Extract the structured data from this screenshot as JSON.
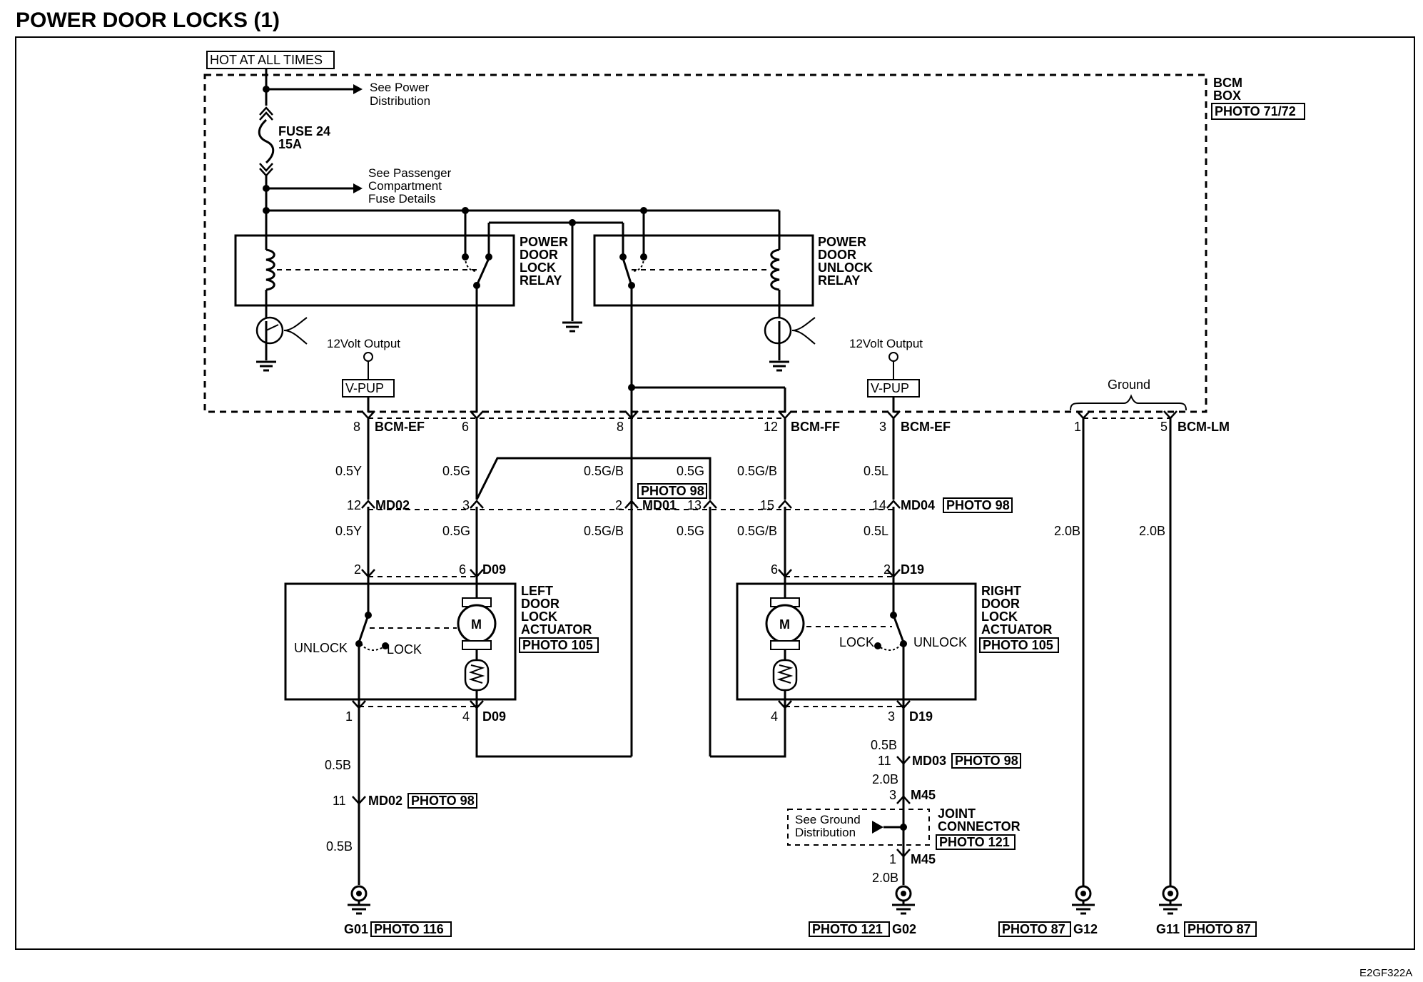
{
  "title": "POWER DOOR LOCKS (1)",
  "figure_code": "E2GF322A",
  "bcm": {
    "hot_at_all_times": "HOT AT ALL TIMES",
    "box_label_1": "BCM",
    "box_label_2": "BOX",
    "box_photo": "PHOTO 71/72",
    "see_power_1": "See Power",
    "see_power_2": "Distribution",
    "fuse_name": "FUSE 24",
    "fuse_rating": "15A",
    "see_pass_1": "See Passenger",
    "see_pass_2": "Compartment",
    "see_pass_3": "Fuse Details",
    "lock_relay": [
      "POWER",
      "DOOR",
      "LOCK",
      "RELAY"
    ],
    "unlock_relay": [
      "POWER",
      "DOOR",
      "UNLOCK",
      "RELAY"
    ],
    "output_left": "12Volt Output",
    "output_right": "12Volt Output",
    "vpup_left": "V-PUP",
    "vpup_right": "V-PUP",
    "ground": "Ground"
  },
  "connectors": {
    "bcm_ef": "BCM-EF",
    "bcm_ff": "BCM-FF",
    "bcm_ef2": "BCM-EF",
    "bcm_lm": "BCM-LM",
    "md02": "MD02",
    "md01": "MD01",
    "md04": "MD04",
    "md03": "MD03",
    "md02b": "MD02",
    "d09_top": "D09",
    "d09_bot": "D09",
    "d19_top": "D19",
    "d19_bot": "D19",
    "m45_top": "M45",
    "m45_bot": "M45"
  },
  "pins": {
    "p8": "8",
    "p6": "6",
    "p8b": "8",
    "p12": "12",
    "p3": "3",
    "p1": "1",
    "p5": "5",
    "md02_12": "12",
    "md01_3": "3",
    "md01_2": "2",
    "md01_13": "13",
    "md04_15": "15",
    "md04_14": "14",
    "d09_2": "2",
    "d09_6": "6",
    "d19_6": "6",
    "d19_2": "2",
    "d09_1": "1",
    "d09_4": "4",
    "d19_4": "4",
    "d19_3": "3",
    "md03_11": "11",
    "m45_3": "3",
    "m45_1": "1",
    "md02_11": "11"
  },
  "wires": {
    "w1a": "0.5Y",
    "w1b": "0.5Y",
    "w2a": "0.5G",
    "w2b": "0.5G",
    "w3a": "0.5G/B",
    "w3b": "0.5G/B",
    "w4a": "0.5G",
    "w4b": "0.5G",
    "w5a": "0.5G/B",
    "w5b": "0.5G/B",
    "w6a": "0.5L",
    "w6b": "0.5L",
    "w7": "2.0B",
    "w8": "2.0B",
    "w9a": "0.5B",
    "w9b": "0.5B",
    "w10a": "0.5B",
    "w10b": "2.0B",
    "w10c": "2.0B"
  },
  "photos": {
    "md01": "PHOTO 98",
    "md04": "PHOTO 98",
    "left_act": "PHOTO 105",
    "right_act": "PHOTO 105",
    "md03": "PHOTO 98",
    "md02b": "PHOTO 98",
    "joint": "PHOTO 121",
    "g01": "PHOTO 116",
    "g02": "PHOTO 121",
    "g12": "PHOTO 87",
    "g11": "PHOTO 87"
  },
  "actuators": {
    "left": [
      "LEFT",
      "DOOR",
      "LOCK",
      "ACTUATOR"
    ],
    "right": [
      "RIGHT",
      "DOOR",
      "LOCK",
      "ACTUATOR"
    ],
    "motor": "M",
    "left_unlock": "UNLOCK",
    "left_lock": "LOCK",
    "right_lock": "LOCK",
    "right_unlock": "UNLOCK"
  },
  "joint": {
    "see_ground_1": "See Ground",
    "see_ground_2": "Distribution",
    "label_1": "JOINT",
    "label_2": "CONNECTOR"
  },
  "grounds": {
    "g01": "G01",
    "g02": "G02",
    "g12": "G12",
    "g11": "G11"
  }
}
